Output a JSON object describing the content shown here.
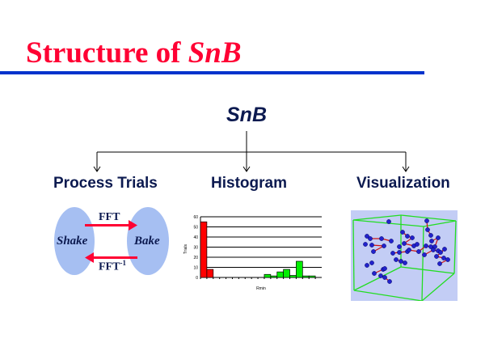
{
  "slide": {
    "title_prefix": "Structure of ",
    "title_italic": "SnB",
    "root": "SnB"
  },
  "branches": [
    "Process Trials",
    "Histogram",
    "Visualization"
  ],
  "process": {
    "left": "Shake",
    "right": "Bake",
    "top_arrow": "FFT",
    "bottom_arrow": "FFT",
    "bottom_sup": "-1"
  },
  "colors": {
    "title": "#ff0033",
    "rule": "#0033cc",
    "text": "#0c1a50",
    "ellipse": "#a6bff2",
    "arrow": "#ff0033",
    "bar_low": "#ff0000",
    "bar_high": "#00ee00",
    "box": "#22dd22",
    "atom": "#2222cc",
    "bond": "#cc1111"
  },
  "chart_data": {
    "type": "bar",
    "ylabel": "Trials",
    "xlabel": "Rmin",
    "ylim": [
      0,
      60
    ],
    "yticks": [
      0,
      10,
      20,
      30,
      40,
      50,
      60
    ],
    "values": [
      55,
      8,
      0,
      0,
      0,
      0,
      0,
      0,
      0,
      0,
      3,
      1.5,
      5.5,
      8,
      2,
      16,
      1.5,
      1.5,
      0
    ],
    "colors": [
      "red",
      "red",
      "green",
      "green",
      "green",
      "green",
      "green",
      "green",
      "green",
      "green",
      "green",
      "green",
      "green",
      "green",
      "green",
      "green",
      "green",
      "green",
      "green"
    ]
  }
}
